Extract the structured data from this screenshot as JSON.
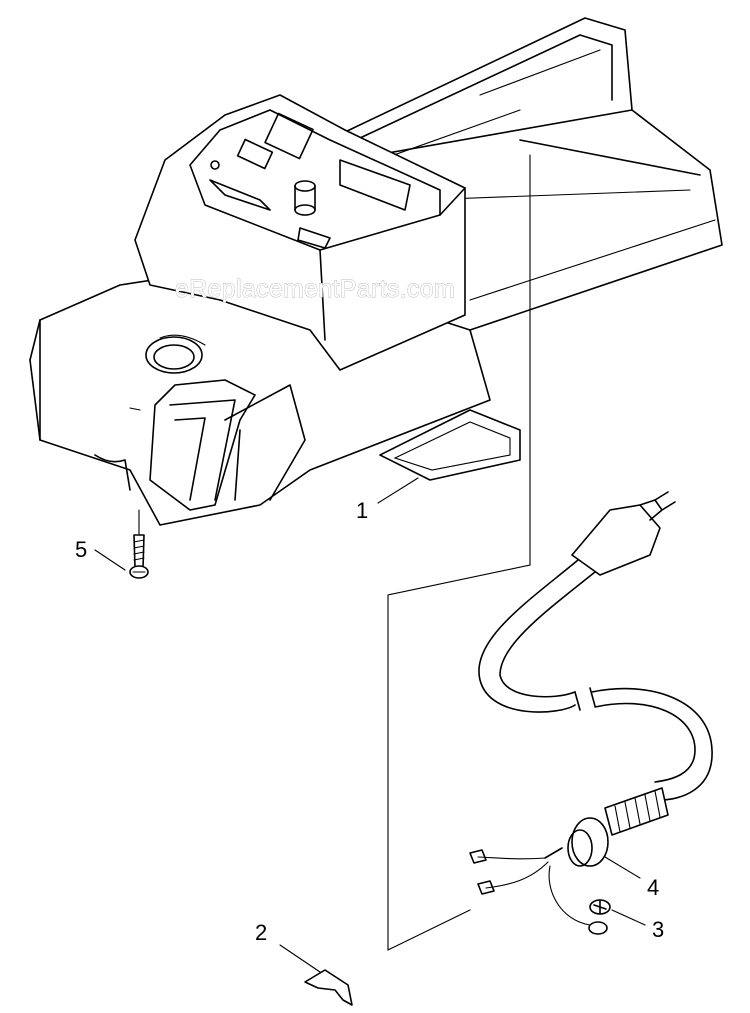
{
  "watermark": "eReplacementParts.com",
  "callouts": {
    "c1": "1",
    "c2": "2",
    "c3": "3",
    "c4": "4",
    "c5": "5"
  }
}
